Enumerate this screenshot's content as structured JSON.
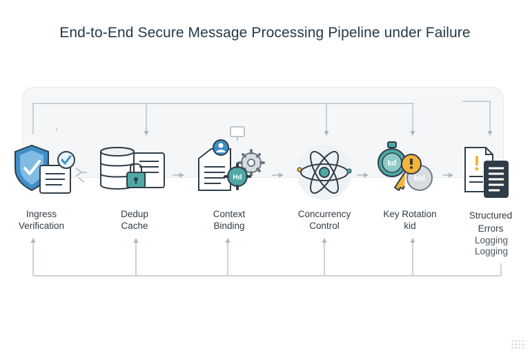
{
  "title": "End-to-End Secure Message Processing Pipeline under Failure",
  "stages": [
    {
      "line1": "Ingress",
      "line2": "Verification",
      "icon": "shield-document-icon"
    },
    {
      "line1": "Dedup",
      "line2": "Cache",
      "icon": "database-lock-icon"
    },
    {
      "line1": "Context",
      "line2": "Binding",
      "icon": "document-gear-icon"
    },
    {
      "line1": "Concurrency",
      "line2": "Control",
      "icon": "atom-icon"
    },
    {
      "line1": "Key Rotation",
      "line2": "kid",
      "icon": "key-rotation-icon"
    },
    {
      "line1": "Structured",
      "line2": "Errors",
      "icon": "error-report-icon"
    }
  ],
  "logging": [
    "Logging",
    "Logging"
  ],
  "badges": {
    "context": "Hd",
    "key_left": "kd",
    "key_right": "kid"
  },
  "colors": {
    "title": "#243847",
    "accent_blue": "#3e8ec7",
    "accent_teal": "#4fa8a3",
    "accent_gold": "#f2b43a",
    "line": "#b9c4cc",
    "stroke": "#2f3d49"
  }
}
